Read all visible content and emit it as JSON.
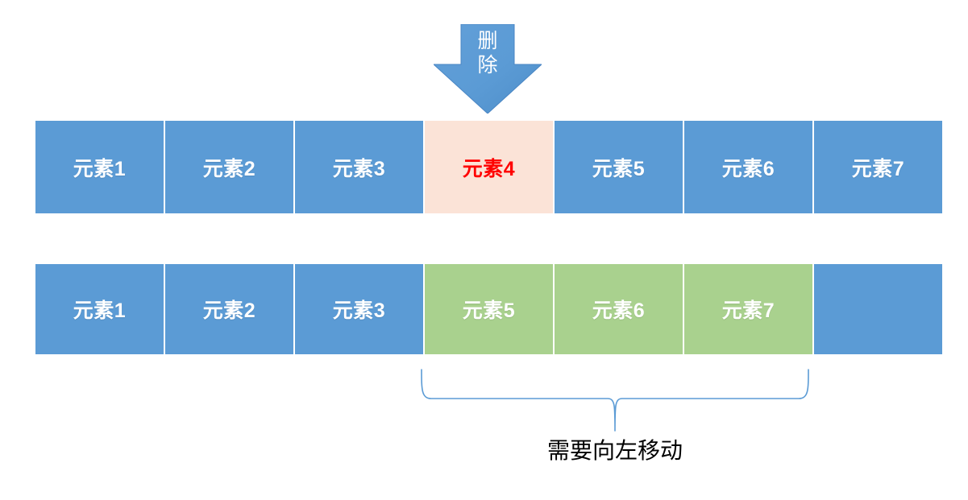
{
  "colors": {
    "blue": "#5B9BD5",
    "green": "#A9D18E",
    "peach": "#FBE3D7",
    "red_text": "#FF0000",
    "white_text": "#FFFFFF",
    "brace_line": "#5B9BD5",
    "caption_text": "#000000",
    "background": "#FFFFFF"
  },
  "arrow": {
    "name": "delete-arrow",
    "label": "删\n除",
    "direction": "down",
    "fill": "#5B9BD5"
  },
  "rows": [
    {
      "id": "row-before",
      "name": "array-row-before-deletion",
      "cells": [
        {
          "label": "元素1",
          "style": "blue",
          "width": 159
        },
        {
          "label": "元素2",
          "style": "blue",
          "width": 159
        },
        {
          "label": "元素3",
          "style": "blue",
          "width": 159
        },
        {
          "label": "元素4",
          "style": "peach",
          "width": 159
        },
        {
          "label": "元素5",
          "style": "blue",
          "width": 159
        },
        {
          "label": "元素6",
          "style": "blue",
          "width": 159
        },
        {
          "label": "元素7",
          "style": "blue",
          "width": 159
        }
      ]
    },
    {
      "id": "row-after",
      "name": "array-row-after-deletion",
      "cells": [
        {
          "label": "元素1",
          "style": "blue",
          "width": 159
        },
        {
          "label": "元素2",
          "style": "blue",
          "width": 159
        },
        {
          "label": "元素3",
          "style": "blue",
          "width": 159
        },
        {
          "label": "元素5",
          "style": "green",
          "width": 159
        },
        {
          "label": "元素6",
          "style": "green",
          "width": 159
        },
        {
          "label": "元素7",
          "style": "green",
          "width": 159
        },
        {
          "label": "",
          "style": "blue",
          "width": 159
        }
      ]
    }
  ],
  "brace": {
    "name": "shift-range-brace",
    "spans_cells": [
      "元素5",
      "元素6",
      "元素7"
    ]
  },
  "caption": {
    "text": "需要向左移动"
  }
}
